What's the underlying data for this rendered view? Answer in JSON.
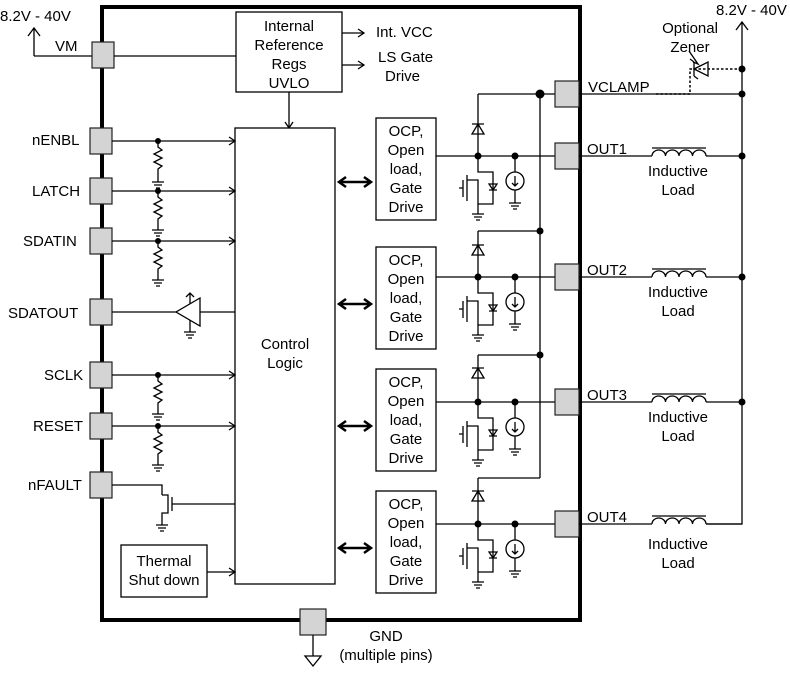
{
  "supply_left": "8.2V - 40V",
  "supply_right": "8.2V - 40V",
  "zener_label": [
    "Optional",
    "Zener"
  ],
  "reference_block": [
    "Internal",
    "Reference",
    "Regs",
    "UVLO"
  ],
  "int_vcc": "Int. VCC",
  "ls_gate_drive": [
    "LS Gate",
    "Drive"
  ],
  "control_logic": [
    "Control",
    "Logic"
  ],
  "thermal_block": [
    "Thermal",
    "Shut down"
  ],
  "gnd_label": [
    "GND",
    "(multiple pins)"
  ],
  "left_pins": [
    "VM",
    "nENBL",
    "LATCH",
    "SDATIN",
    "SDATOUT",
    "SCLK",
    "RESET",
    "nFAULT"
  ],
  "vclamp_label": "VCLAMP",
  "channels": [
    {
      "out": "OUT1",
      "driver": [
        "OCP,",
        "Open",
        "load,",
        "Gate",
        "Drive"
      ],
      "load": [
        "Inductive",
        "Load"
      ]
    },
    {
      "out": "OUT2",
      "driver": [
        "OCP,",
        "Open",
        "load,",
        "Gate",
        "Drive"
      ],
      "load": [
        "Inductive",
        "Load"
      ]
    },
    {
      "out": "OUT3",
      "driver": [
        "OCP,",
        "Open",
        "load,",
        "Gate",
        "Drive"
      ],
      "load": [
        "Inductive",
        "Load"
      ]
    },
    {
      "out": "OUT4",
      "driver": [
        "OCP,",
        "Open",
        "load,",
        "Gate",
        "Drive"
      ],
      "load": [
        "Inductive",
        "Load"
      ]
    }
  ]
}
